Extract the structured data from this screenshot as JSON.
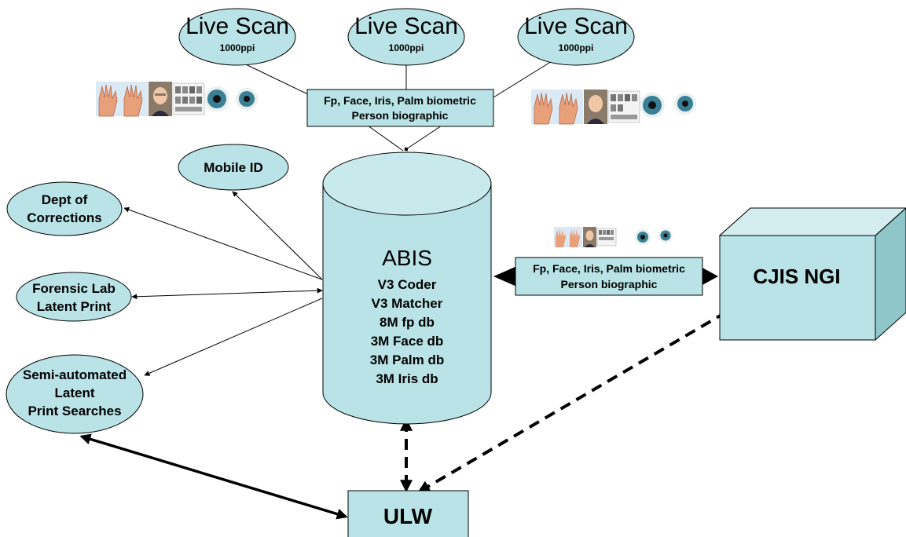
{
  "colors": {
    "node_fill": "#b9e3e6",
    "node_stroke": "#000000",
    "cube_side": "#8fc6ca",
    "cube_top": "#d4eef0",
    "skin": "#e8a07a",
    "iris": "#3a7f95"
  },
  "live_scans": [
    {
      "title": "Live Scan",
      "resolution": "1000ppi"
    },
    {
      "title": "Live Scan",
      "resolution": "1000ppi"
    },
    {
      "title": "Live Scan",
      "resolution": "1000ppi"
    }
  ],
  "biometric_box_top": {
    "line1": "Fp, Face, Iris, Palm biometric",
    "line2": "Person biographic"
  },
  "biometric_box_right": {
    "line1": "Fp, Face, Iris, Palm biometric",
    "line2": "Person biographic"
  },
  "abis": {
    "title": "ABIS",
    "lines": [
      "V3 Coder",
      "V3 Matcher",
      "8M fp db",
      "3M Face db",
      "3M Palm db",
      "3M Iris db"
    ]
  },
  "left_nodes": {
    "mobile_id": [
      "Mobile ID"
    ],
    "dept_corrections": [
      "Dept of",
      "Corrections"
    ],
    "forensic_lab": [
      "Forensic Lab",
      "Latent Print"
    ],
    "semi_automated": [
      "Semi-automated",
      "Latent",
      "Print Searches"
    ]
  },
  "cjis": {
    "label": "CJIS NGI"
  },
  "ulw": {
    "label": "ULW"
  },
  "icons": [
    "hands-icon",
    "face-photo-icon",
    "fingerprint-card-icon",
    "iris-icon",
    "iris-icon"
  ]
}
